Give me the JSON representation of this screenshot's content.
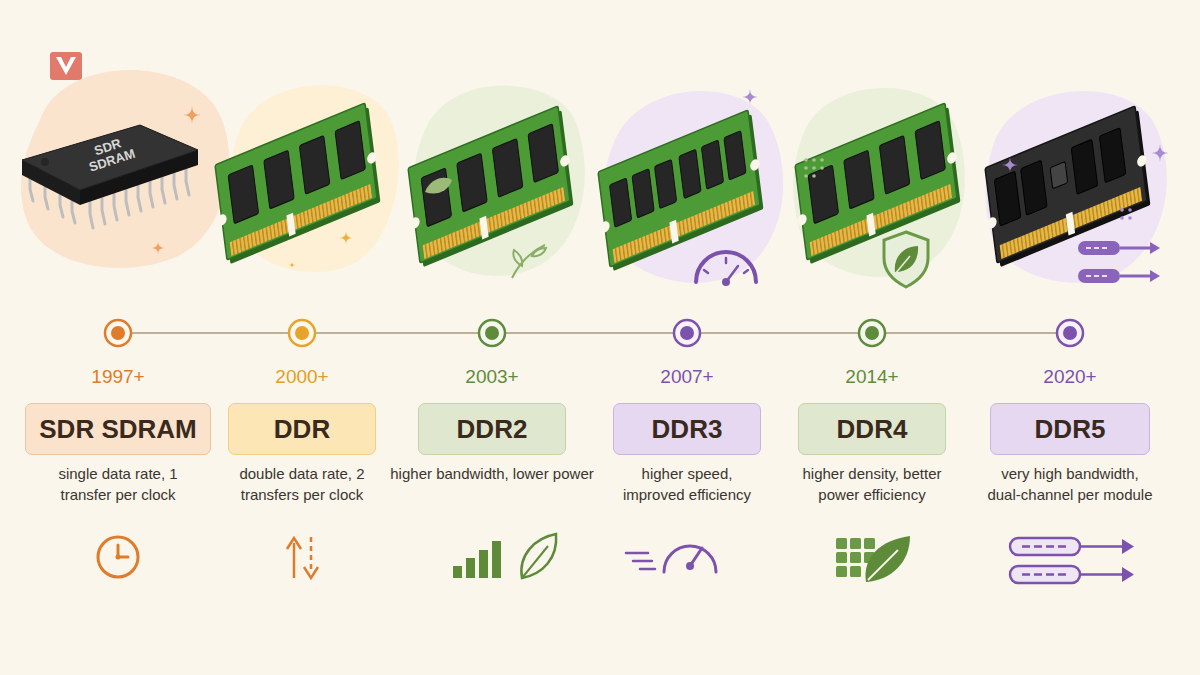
{
  "diagram": {
    "nodes": [
      {
        "text": [
          "SDR SDRAM"
        ]
      },
      {
        "text": [
          "DDR"
        ]
      },
      {
        "text": [
          "DDR2"
        ]
      },
      {
        "text": [
          "DDR3"
        ]
      },
      {
        "text": [
          "DDR4"
        ]
      },
      {
        "text": [
          "DDR5"
        ]
      }
    ],
    "labels": [
      "SDR SDRAM",
      "1997+",
      "2000+",
      "2003+",
      "2007+",
      "2014+",
      "2020+",
      "single data rate, 1 transfer per clock",
      "double data rate, 2 transfers per clock",
      "higher bandwidth, lower power",
      "higher speed, improved efficiency",
      "higher density, better power efficiency",
      "very high bandwidth, dual-channel per module"
    ]
  }
}
